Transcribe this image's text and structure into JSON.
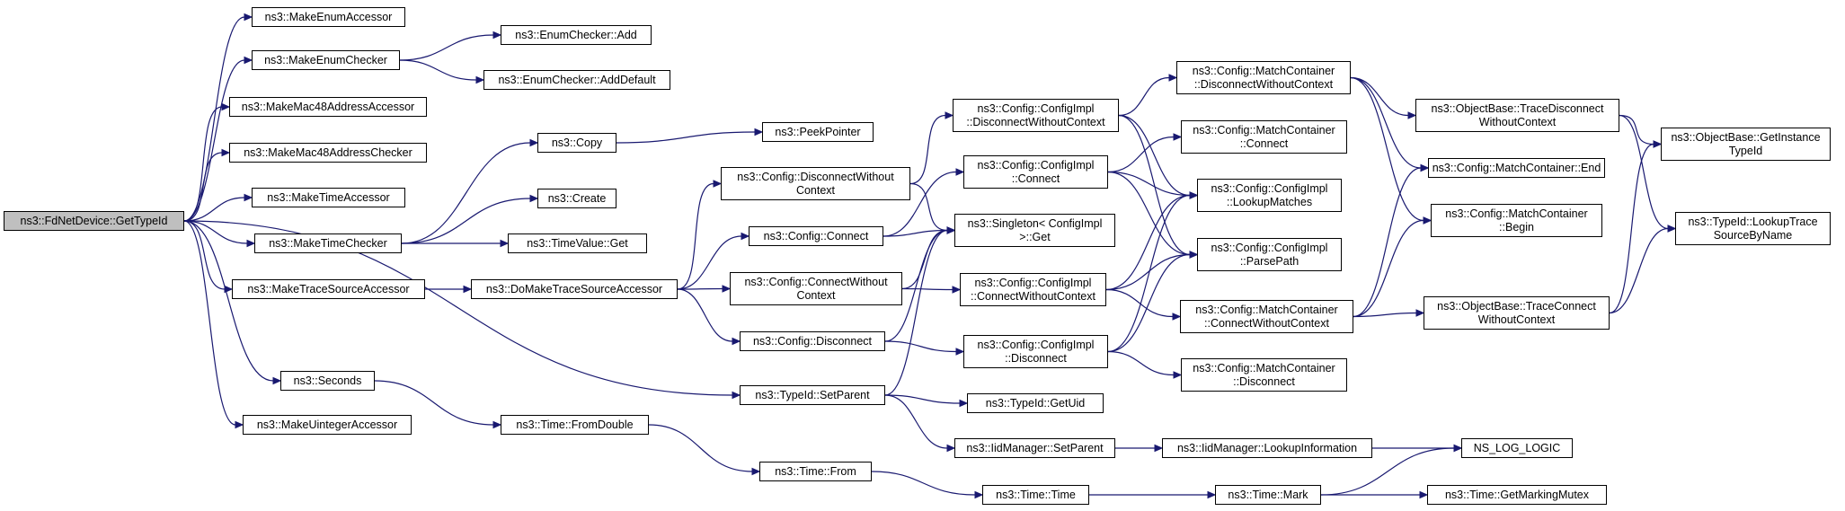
{
  "colors": {
    "edge": "#191970",
    "root_fill": "#bfbfbf",
    "node_fill": "#ffffff",
    "border": "#000000"
  },
  "nodes": {
    "root": "ns3::FdNetDevice::GetTypeId",
    "make_enum_accessor": "ns3::MakeEnumAccessor",
    "make_enum_checker": "ns3::MakeEnumChecker",
    "enum_checker_add": "ns3::EnumChecker::Add",
    "enum_checker_add_default": "ns3::EnumChecker::AddDefault",
    "make_mac48_address_accessor": "ns3::MakeMac48AddressAccessor",
    "make_mac48_address_checker": "ns3::MakeMac48AddressChecker",
    "make_time_accessor": "ns3::MakeTimeAccessor",
    "make_time_checker": "ns3::MakeTimeChecker",
    "copy": "ns3::Copy",
    "peek_pointer": "ns3::PeekPointer",
    "create": "ns3::Create",
    "time_value_get": "ns3::TimeValue::Get",
    "make_trace_source_accessor": "ns3::MakeTraceSourceAccessor",
    "do_make_trace_source_accessor": "ns3::DoMakeTraceSourceAccessor",
    "config_disconnect_without_context": "ns3::Config::DisconnectWithout\nContext",
    "config_connect": "ns3::Config::Connect",
    "config_connect_without_context": "ns3::Config::ConnectWithout\nContext",
    "config_disconnect": "ns3::Config::Disconnect",
    "impl_disconnect_without_context": "ns3::Config::ConfigImpl\n::DisconnectWithoutContext",
    "impl_connect": "ns3::Config::ConfigImpl\n::Connect",
    "singleton_get": "ns3::Singleton< ConfigImpl\n >::Get",
    "impl_connect_without_context": "ns3::Config::ConfigImpl\n::ConnectWithoutContext",
    "impl_disconnect": "ns3::Config::ConfigImpl\n::Disconnect",
    "mc_disconnect_without_context": "ns3::Config::MatchContainer\n::DisconnectWithoutContext",
    "mc_connect": "ns3::Config::MatchContainer\n::Connect",
    "lookup_matches": "ns3::Config::ConfigImpl\n::LookupMatches",
    "parse_path": "ns3::Config::ConfigImpl\n::ParsePath",
    "mc_connect_without_context": "ns3::Config::MatchContainer\n::ConnectWithoutContext",
    "mc_disconnect": "ns3::Config::MatchContainer\n::Disconnect",
    "trace_disconnect_without_context": "ns3::ObjectBase::TraceDisconnect\nWithoutContext",
    "mc_end": "ns3::Config::MatchContainer::End",
    "mc_begin": "ns3::Config::MatchContainer\n::Begin",
    "trace_connect_without_context": "ns3::ObjectBase::TraceConnect\nWithoutContext",
    "get_instance_type_id": "ns3::ObjectBase::GetInstance\nTypeId",
    "lookup_trace_source_by_name": "ns3::TypeId::LookupTrace\nSourceByName",
    "seconds": "ns3::Seconds",
    "make_uinteger_accessor": "ns3::MakeUintegerAccessor",
    "time_from_double": "ns3::Time::FromDouble",
    "time_from": "ns3::Time::From",
    "type_id_set_parent": "ns3::TypeId::SetParent",
    "type_id_get_uid": "ns3::TypeId::GetUid",
    "iid_manager_set_parent": "ns3::IidManager::SetParent",
    "iid_manager_lookup_information": "ns3::IidManager::LookupInformation",
    "ns_log_logic": "NS_LOG_LOGIC",
    "time_time": "ns3::Time::Time",
    "time_mark": "ns3::Time::Mark",
    "time_get_marking_mutex": "ns3::Time::GetMarkingMutex"
  }
}
